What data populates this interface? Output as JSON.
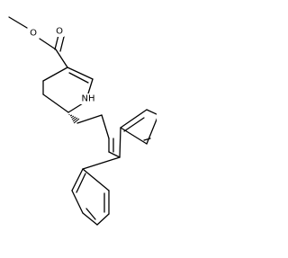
{
  "molecule": {
    "atoms": {
      "ester_o_single": "O",
      "carbonyl_o": "O",
      "ring_nh": "NH"
    },
    "stereo_bond": "hashed-wedge"
  }
}
